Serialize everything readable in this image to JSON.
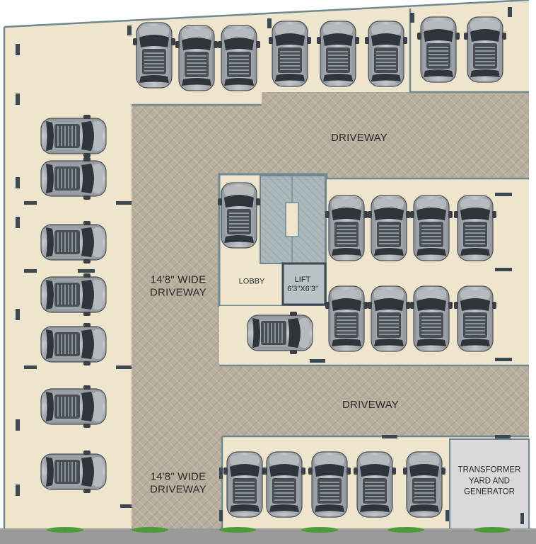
{
  "labels": {
    "driveway_top": "DRIVEWAY",
    "driveway_left_upper": "14'8\" WIDE\nDRIVEWAY",
    "lobby": "LOBBY",
    "lift": "LIFT\n6'3\"X6'3\"",
    "driveway_bottom": "DRIVEWAY",
    "driveway_left_lower": "14'8\" WIDE\nDRIVEWAY",
    "transformer": "TRANSFORMER\nYARD AND\nGENERATOR"
  },
  "colors": {
    "floor": "#efe5cc",
    "paving": "#b8ae9d",
    "wall": "#3b4a52",
    "core": "#6f8891",
    "transformer": "#d9d9d9",
    "car_body": "#a4a9ae",
    "plant": "#4c9a3a"
  }
}
